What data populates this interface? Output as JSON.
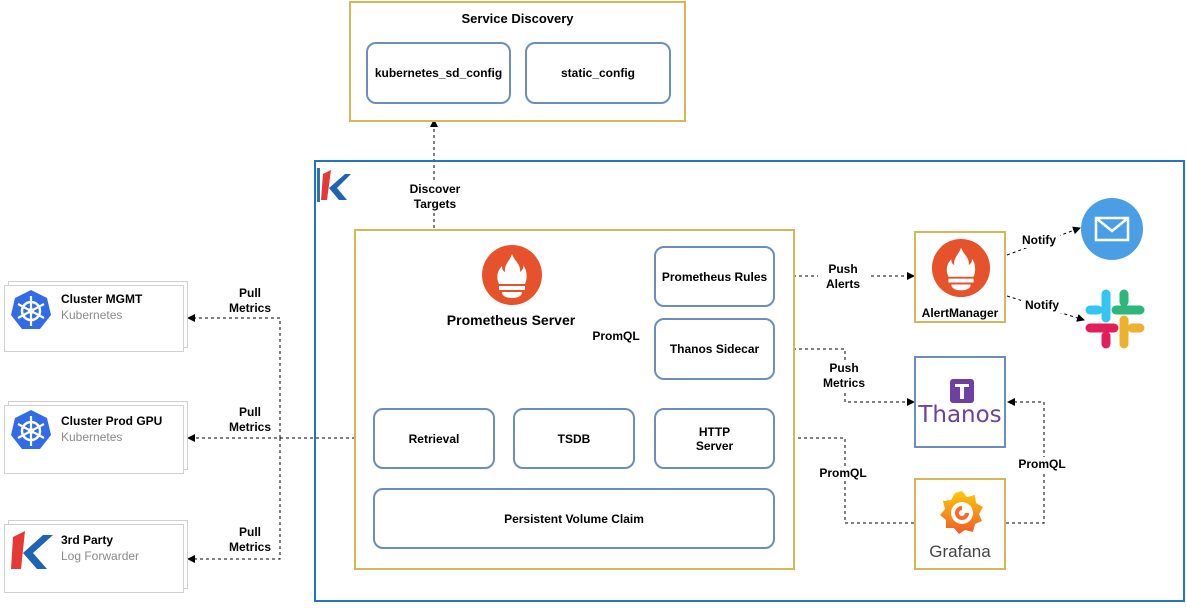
{
  "service_discovery": {
    "title": "Service Discovery",
    "items": [
      "kubernetes_sd_config",
      "static_config"
    ]
  },
  "prometheus": {
    "title": "Prometheus Server",
    "components": {
      "rules": "Prometheus Rules",
      "sidecar": "Thanos Sidecar",
      "retrieval": "Retrieval",
      "tsdb": "TSDB",
      "http_line1": "HTTP",
      "http_line2": "Server",
      "pvc": "Persistent Volume Claim"
    }
  },
  "sources": [
    {
      "title": "Cluster MGMT",
      "subtitle": "Kubernetes"
    },
    {
      "title": "Cluster Prod GPU",
      "subtitle": "Kubernetes"
    },
    {
      "title": "3rd Party",
      "subtitle": "Log Forwarder"
    }
  ],
  "edges": {
    "discover_1": "Discover",
    "discover_2": "Targets",
    "pull_1": "Pull",
    "pull_2": "Metrics",
    "push_1": "Push",
    "alerts": "Alerts",
    "metrics": "Metrics",
    "promql": "PromQL",
    "notify": "Notify"
  },
  "right": {
    "alertmanager": "AlertManager",
    "thanos": "Thanos",
    "grafana": "Grafana",
    "logo_letter": "k"
  },
  "colors": {
    "border_yellow": "#d6b656",
    "border_blue": "#6c8ebf",
    "cluster_blue": "#2674c0",
    "prometheus_orange": "#e6522c",
    "thanos_purple": "#6d41a1",
    "mail_blue": "#4a9ee6",
    "k8s_blue": "#326ce5"
  },
  "icons": [
    "prometheus-icon",
    "kubernetes-icon",
    "thanos-icon",
    "grafana-icon",
    "mail-icon",
    "slack-icon",
    "k-logo-icon"
  ]
}
